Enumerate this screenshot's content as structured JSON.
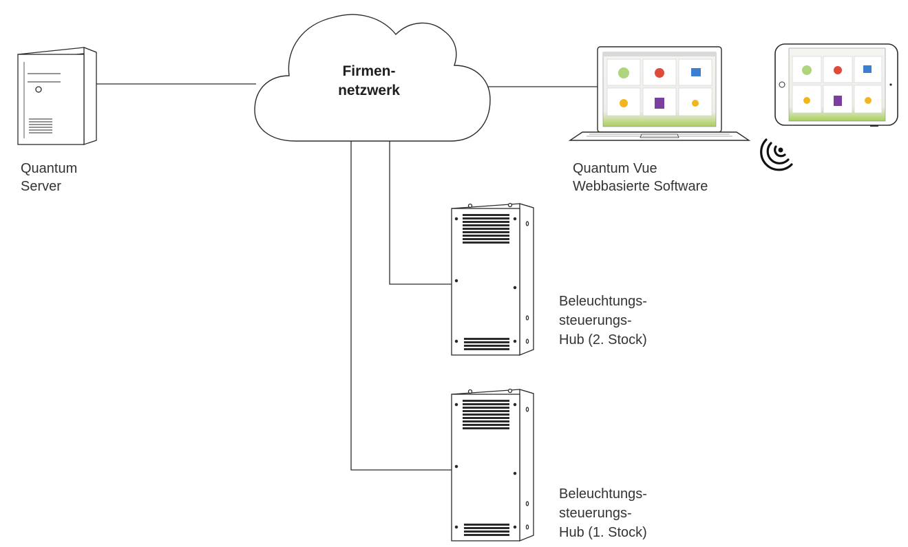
{
  "network": {
    "line1": "Firmen-",
    "line2": "netzwerk"
  },
  "server": {
    "line1": "Quantum",
    "line2": "Server"
  },
  "software": {
    "line1": "Quantum Vue",
    "line2": "Webbasierte Software"
  },
  "hub_floor2": {
    "line1": "Beleuchtungs-",
    "line2": "steuerungs-",
    "line3": "Hub (2. Stock)"
  },
  "hub_floor1": {
    "line1": "Beleuchtungs-",
    "line2": "steuerungs-",
    "line3": "Hub (1. Stock)"
  },
  "colors": {
    "stroke": "#2a2a2a",
    "screen_green": "#8cc63f",
    "tile_red": "#e04a3a",
    "tile_blue": "#3a7fd0",
    "tile_yellow": "#f2b51e",
    "tile_purple": "#7a3fa0"
  }
}
